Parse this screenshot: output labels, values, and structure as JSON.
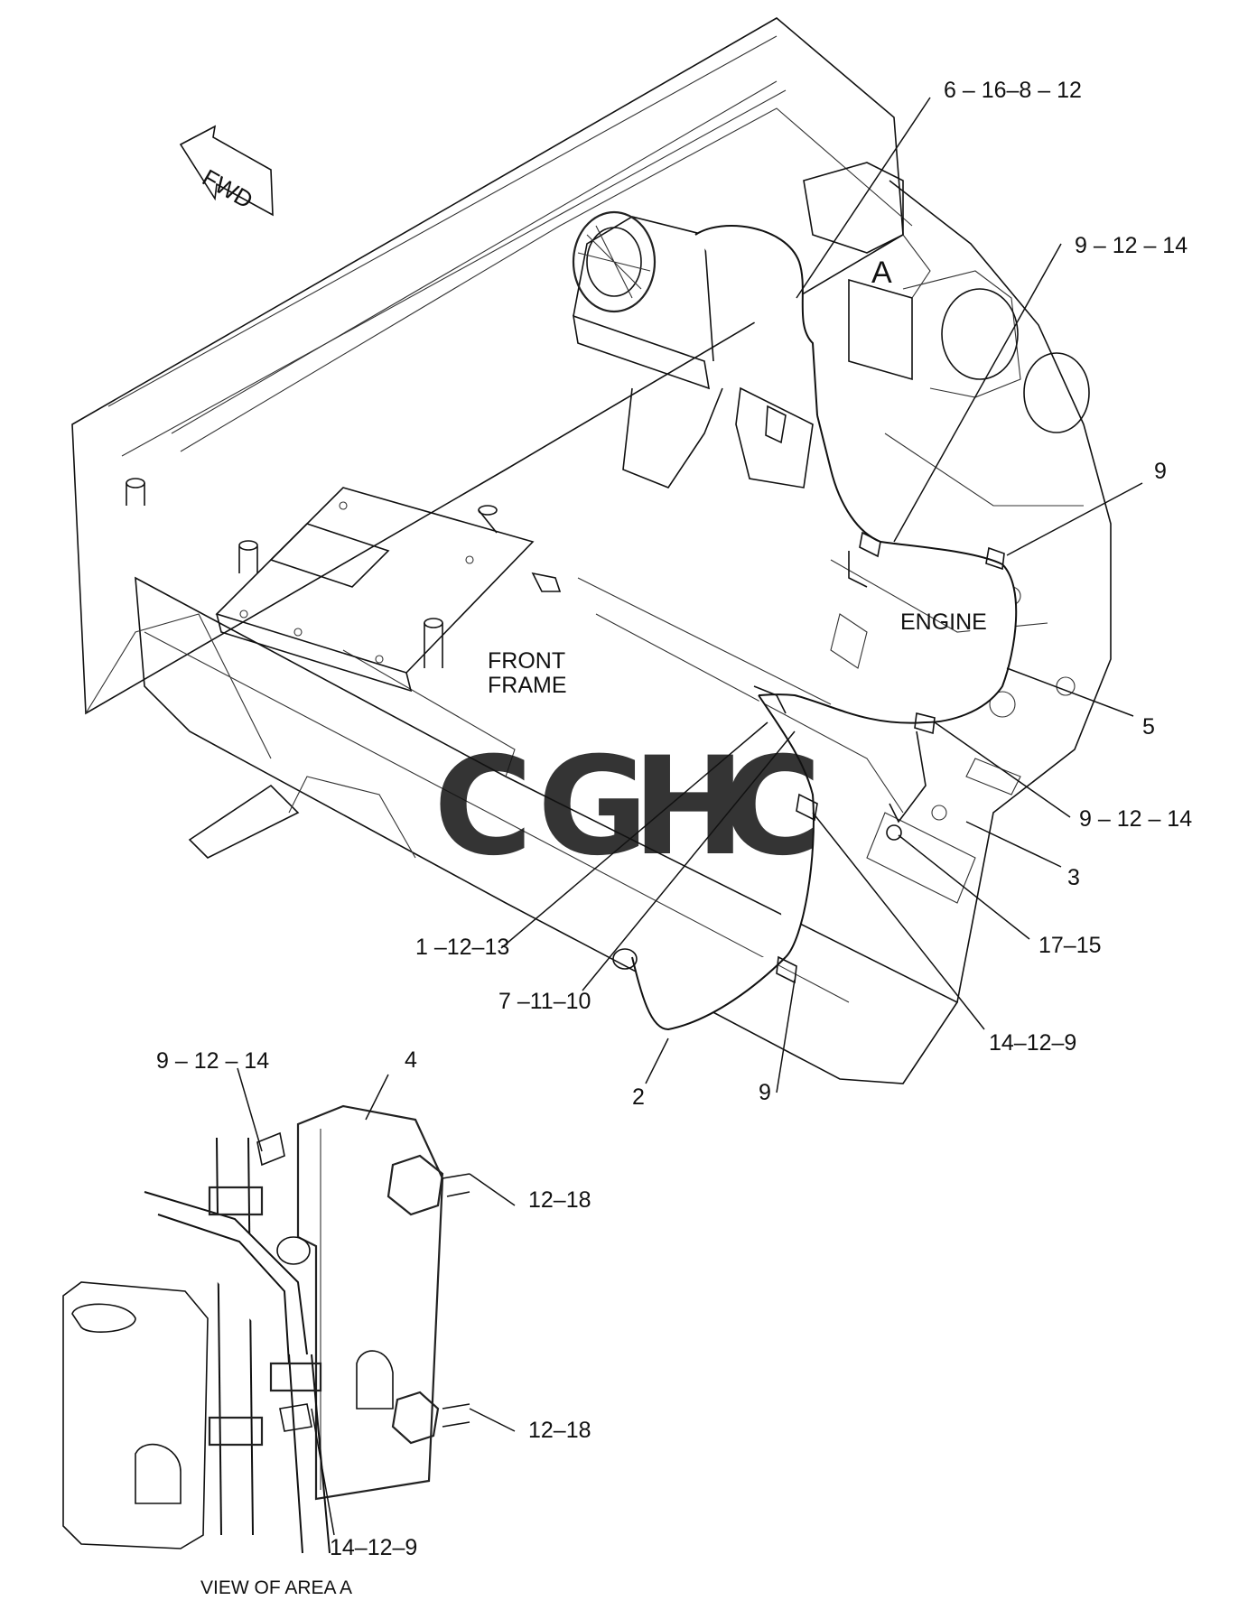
{
  "drawing": {
    "arrow_text": "FWD",
    "area_marker": "A",
    "region_labels": {
      "front_frame_line1": "FRONT",
      "front_frame_line2": "FRAME",
      "engine": "ENGINE"
    },
    "callouts": {
      "c_6_16_8_12": "6 – 16–8 – 12",
      "c_9_12_14_top": "9 – 12 – 14",
      "c_9_right": "9",
      "c_5": "5",
      "c_9_12_14_mid": "9 – 12 – 14",
      "c_3": "3",
      "c_17_15": "17–15",
      "c_1_12_13": "1 –12–13",
      "c_7_11_10": "7 –11–10",
      "c_14_12_9_main": "14–12–9",
      "c_2": "2",
      "c_9_bottom": "9"
    },
    "watermark": {
      "letters": [
        "C",
        "G",
        "H",
        "C"
      ],
      "colors": [
        "#4a86e8",
        "#e8605a",
        "#f2c343",
        "#4caf7d"
      ]
    }
  },
  "detail_view": {
    "callouts": {
      "c_9_12_14": "9 – 12 – 14",
      "c_4": "4",
      "c_12_18_top": "12–18",
      "c_12_18_bottom": "12–18",
      "c_14_12_9": "14–12–9"
    },
    "caption": "VIEW OF AREA  A"
  }
}
